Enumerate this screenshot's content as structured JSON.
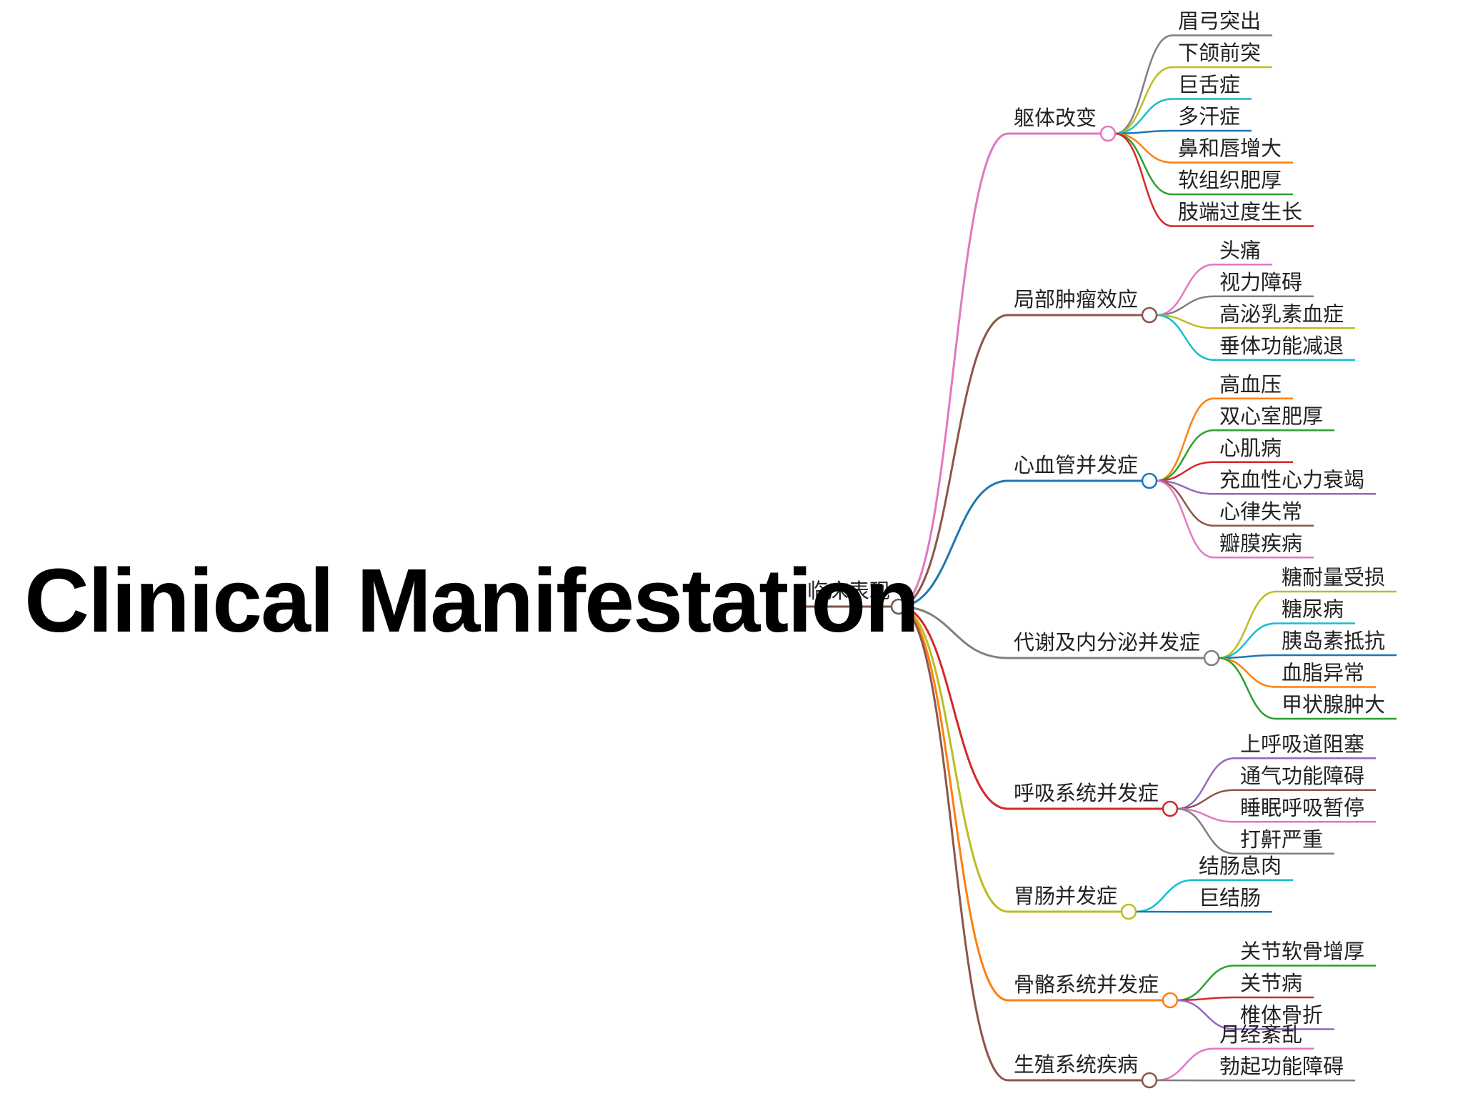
{
  "title": "Clinical Manifestation",
  "root": {
    "label": "临床表现",
    "color": "#795548"
  },
  "branches": [
    {
      "label": "躯体改变",
      "color": "#e377c2",
      "leaves": [
        {
          "label": "眉弓突出",
          "color": "#7f7f7f"
        },
        {
          "label": "下颌前突",
          "color": "#bcbd22"
        },
        {
          "label": "巨舌症",
          "color": "#17becf"
        },
        {
          "label": "多汗症",
          "color": "#1f77b4"
        },
        {
          "label": "鼻和唇增大",
          "color": "#ff7f0e"
        },
        {
          "label": "软组织肥厚",
          "color": "#2ca02c"
        },
        {
          "label": "肢端过度生长",
          "color": "#d62728"
        }
      ]
    },
    {
      "label": "局部肿瘤效应",
      "color": "#8c564b",
      "leaves": [
        {
          "label": "头痛",
          "color": "#e377c2"
        },
        {
          "label": "视力障碍",
          "color": "#7f7f7f"
        },
        {
          "label": "高泌乳素血症",
          "color": "#bcbd22"
        },
        {
          "label": "垂体功能减退",
          "color": "#17becf"
        }
      ]
    },
    {
      "label": "心血管并发症",
      "color": "#1f77b4",
      "leaves": [
        {
          "label": "高血压",
          "color": "#ff7f0e"
        },
        {
          "label": "双心室肥厚",
          "color": "#2ca02c"
        },
        {
          "label": "心肌病",
          "color": "#d62728"
        },
        {
          "label": "充血性心力衰竭",
          "color": "#9467bd"
        },
        {
          "label": "心律失常",
          "color": "#8c564b"
        },
        {
          "label": "瓣膜疾病",
          "color": "#e377c2"
        }
      ]
    },
    {
      "label": "代谢及内分泌并发症",
      "color": "#7f7f7f",
      "leaves": [
        {
          "label": "糖耐量受损",
          "color": "#bcbd22"
        },
        {
          "label": "糖尿病",
          "color": "#17becf"
        },
        {
          "label": "胰岛素抵抗",
          "color": "#1f77b4"
        },
        {
          "label": "血脂异常",
          "color": "#ff7f0e"
        },
        {
          "label": "甲状腺肿大",
          "color": "#2ca02c"
        }
      ]
    },
    {
      "label": "呼吸系统并发症",
      "color": "#d62728",
      "leaves": [
        {
          "label": "上呼吸道阻塞",
          "color": "#9467bd"
        },
        {
          "label": "通气功能障碍",
          "color": "#8c564b"
        },
        {
          "label": "睡眠呼吸暂停",
          "color": "#e377c2"
        },
        {
          "label": "打鼾严重",
          "color": "#7f7f7f"
        }
      ]
    },
    {
      "label": "胃肠并发症",
      "color": "#bcbd22",
      "leaves": [
        {
          "label": "结肠息肉",
          "color": "#17becf"
        },
        {
          "label": "巨结肠",
          "color": "#1f77b4"
        }
      ]
    },
    {
      "label": "骨骼系统并发症",
      "color": "#ff7f0e",
      "leaves": [
        {
          "label": "关节软骨增厚",
          "color": "#2ca02c"
        },
        {
          "label": "关节病",
          "color": "#d62728"
        },
        {
          "label": "椎体骨折",
          "color": "#9467bd"
        }
      ]
    },
    {
      "label": "生殖系统疾病",
      "color": "#8c564b",
      "leaves": [
        {
          "label": "月经紊乱",
          "color": "#e377c2"
        },
        {
          "label": "勃起功能障碍",
          "color": "#7f7f7f"
        }
      ]
    }
  ]
}
